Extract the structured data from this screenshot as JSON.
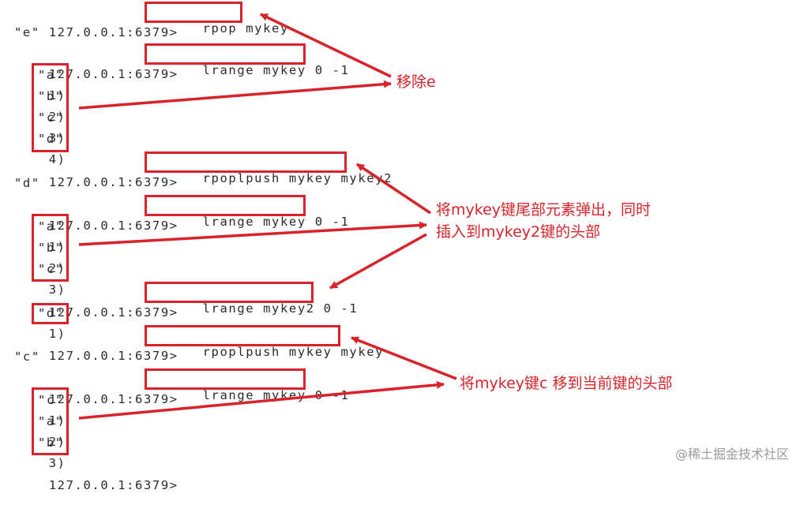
{
  "terminal": {
    "prompt": "127.0.0.1:6379>",
    "commands": [
      "rpop mykey",
      "lrange mykey 0 -1",
      "rpoplpush mykey mykey2",
      "lrange mykey 0 -1",
      "lrange mykey2 0 -1",
      "rpoplpush mykey mykey",
      "lrange mykey 0 -1"
    ],
    "results": {
      "r1": "\"e\"",
      "r3": "\"d\"",
      "r6": "\"c\""
    },
    "list1": [
      {
        "index": "1)",
        "value": "\"a\""
      },
      {
        "index": "2)",
        "value": "\"b\""
      },
      {
        "index": "3)",
        "value": "\"c\""
      },
      {
        "index": "4)",
        "value": "\"d\""
      }
    ],
    "list2": [
      {
        "index": "1)",
        "value": "\"a\""
      },
      {
        "index": "2)",
        "value": "\"b\""
      },
      {
        "index": "3)",
        "value": "\"c\""
      }
    ],
    "list3": [
      {
        "index": "1)",
        "value": "\"d\""
      }
    ],
    "list4": [
      {
        "index": "1)",
        "value": "\"c\""
      },
      {
        "index": "2)",
        "value": "\"a\""
      },
      {
        "index": "3)",
        "value": "\"b\""
      }
    ]
  },
  "annotations": {
    "remove_e": "移除e",
    "pop_push_line1": "将mykey键尾部元素弹出，同时",
    "pop_push_line2": "插入到mykey2键的头部",
    "move_c": "将mykey键c 移到当前键的头部"
  },
  "watermark": "@稀土掘金技术社区",
  "colors": {
    "accent": "#d8232a",
    "text": "#2b2b2b",
    "background": "#ffffff",
    "watermark": "#9a9a9a"
  }
}
